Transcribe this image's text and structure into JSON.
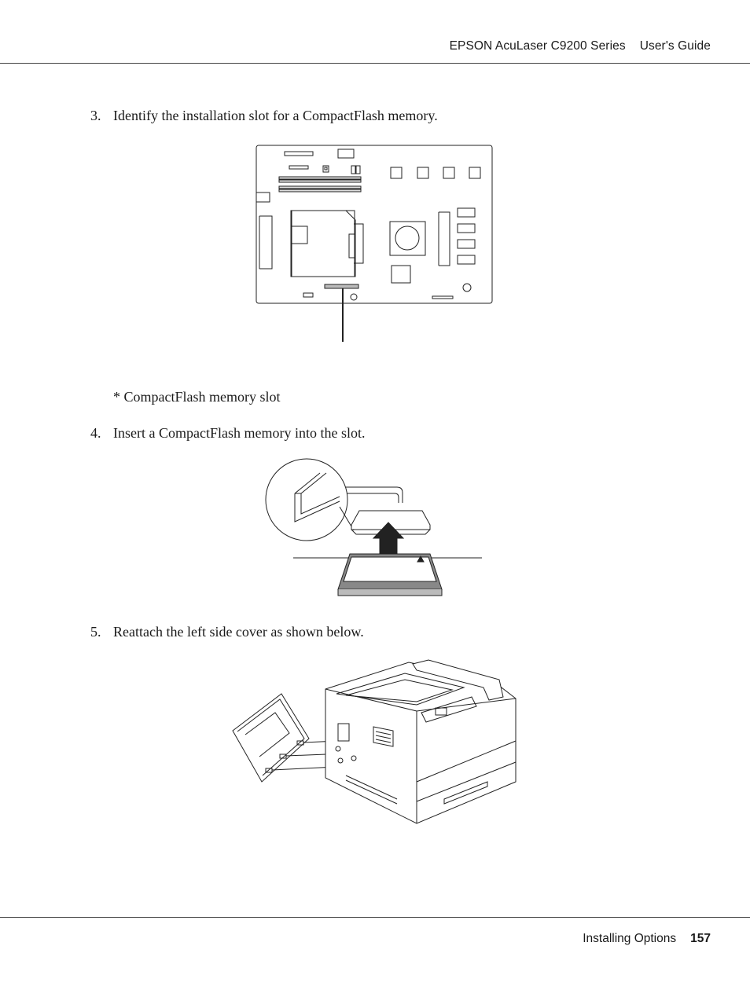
{
  "header": {
    "product": "EPSON AcuLaser C9200 Series",
    "guide": "User's Guide"
  },
  "steps": [
    {
      "number": "3.",
      "text": "Identify the installation slot for a CompactFlash memory."
    },
    {
      "number": "4.",
      "text": "Insert a CompactFlash memory into the slot."
    },
    {
      "number": "5.",
      "text": "Reattach the left side cover as shown below."
    }
  ],
  "figure1": {
    "caption": "* CompactFlash memory slot"
  },
  "footer": {
    "section": "Installing Options",
    "page_number": "157"
  }
}
